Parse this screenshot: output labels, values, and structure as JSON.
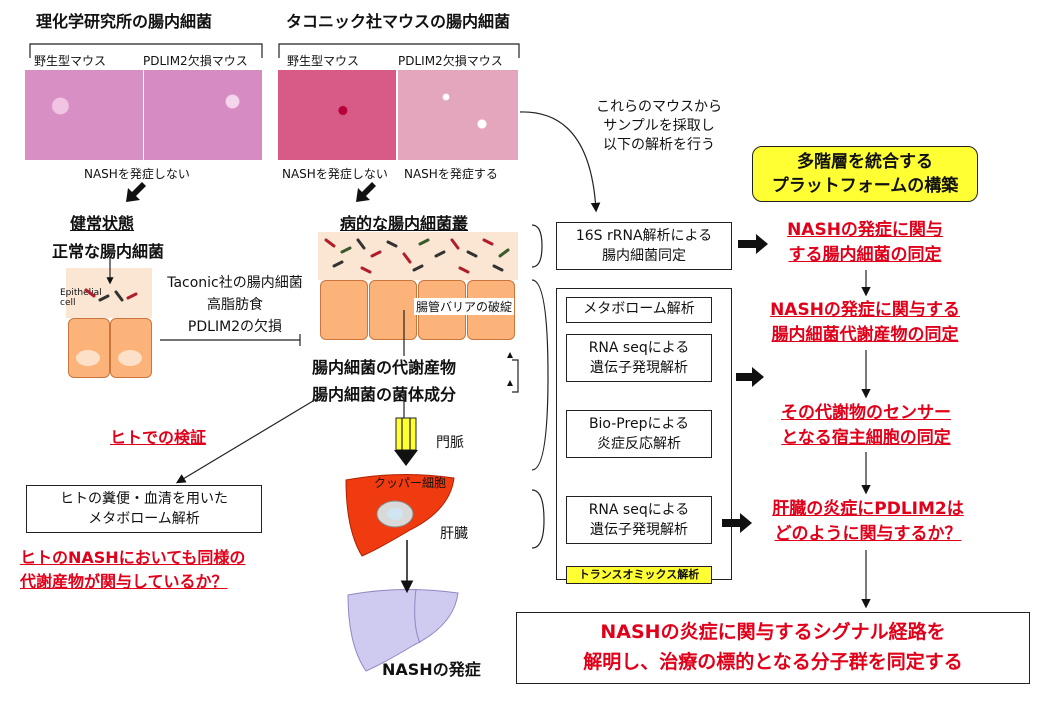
{
  "top": {
    "riken_title": "理化学研究所の腸内細菌",
    "taconic_title": "タコニック社マウスの腸内細菌",
    "wild_type": "野生型マウス",
    "ko": "PDLIM2欠損マウス",
    "riken_result": "NASHを発症しない",
    "taconic_result_wt": "NASHを発症しない",
    "taconic_result_ko": "NASHを発症する",
    "sampling_note": [
      "これらのマウスから",
      "サンプルを採取し",
      "以下の解析を行う"
    ]
  },
  "left": {
    "healthy_title": "健常状態",
    "normal_flora": "正常な腸内細菌",
    "epithelial": [
      "Epithelial",
      "cell"
    ],
    "conditions": [
      "Taconic社の腸内細菌",
      "高脂肪食",
      "PDLIM2の欠損"
    ],
    "human_validation": "ヒトでの検証",
    "human_analysis": [
      "ヒトの糞便・血清を用いた",
      "メタボローム解析"
    ],
    "human_question": [
      "ヒトのNASHにおいても同様の",
      "代謝産物が関与しているか？"
    ]
  },
  "center": {
    "dysbiosis_title": "病的な腸内細菌叢",
    "barrier": "腸管バリアの破綻",
    "metabolite": "腸内細菌の代謝産物",
    "components": "腸内細菌の菌体成分",
    "portal_vein": "門脈",
    "kupffer": "クッパー細胞",
    "liver": "肝臓",
    "nash_onset": "NASHの発症"
  },
  "analysis": {
    "rrna": [
      "16S rRNA解析による",
      "腸内細菌同定"
    ],
    "metabolome": "メタボローム解析",
    "rnaseq1": [
      "RNA seqによる",
      "遺伝子発現解析"
    ],
    "bioprep": [
      "Bio-Prepによる",
      "炎症反応解析"
    ],
    "rnaseq2": [
      "RNA seqによる",
      "遺伝子発現解析"
    ],
    "transomics": "トランスオミックス解析"
  },
  "right": {
    "platform": [
      "多階層を統合する",
      "プラットフォームの構築"
    ],
    "step1": [
      "NASHの発症に関与",
      "する腸内細菌の同定"
    ],
    "step2": [
      "NASHの発症に関与する",
      "腸内細菌代謝産物の同定"
    ],
    "step3": [
      "その代謝物のセンサー",
      "となる宿主細胞の同定"
    ],
    "step4": [
      "肝臓の炎症にPDLIM2は",
      "どのように関与するか？"
    ],
    "final": [
      "NASHの炎症に関与するシグナル経路を",
      "解明し、治療の標的となる分子群を同定する"
    ]
  },
  "colors": {
    "accent_red": "#e0001a",
    "platform_yellow": "#ffff33",
    "liver_red": "#f03a10",
    "tissue_pink": "#d86aa8"
  }
}
